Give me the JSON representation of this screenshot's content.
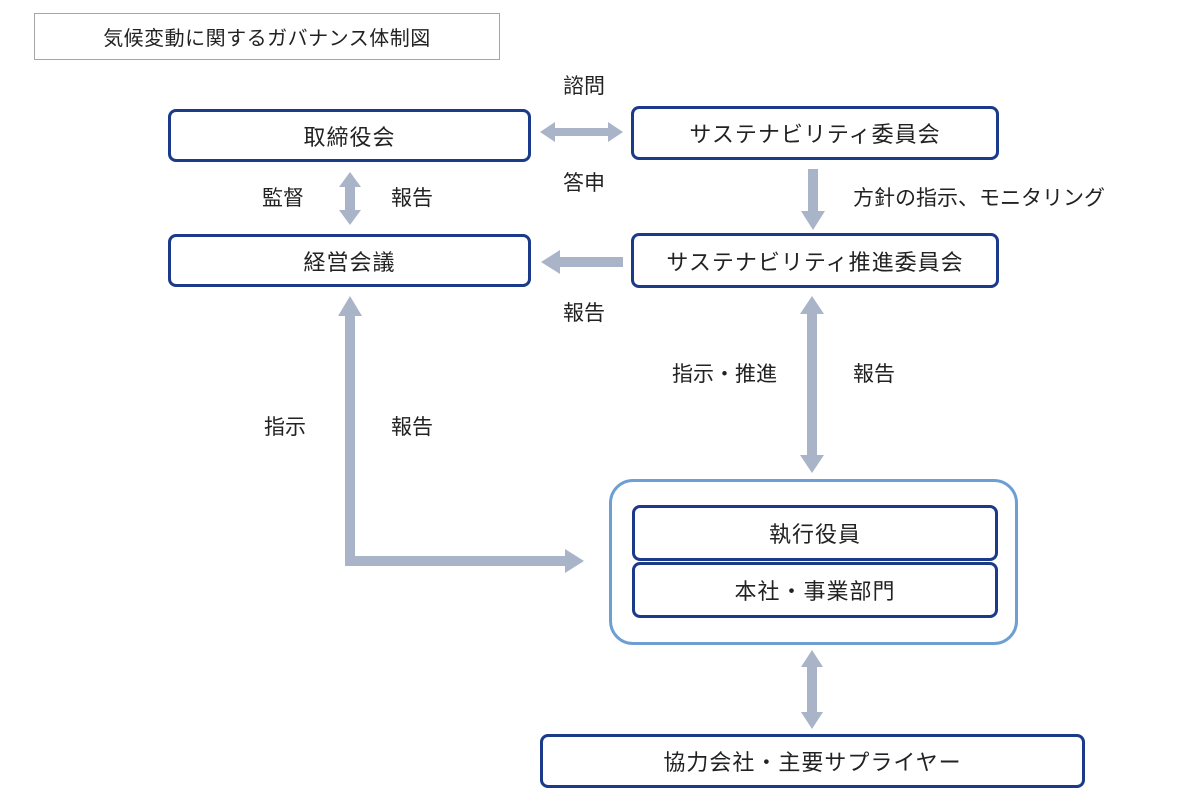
{
  "title": "気候変動に関するガバナンス体制図",
  "nodes": {
    "board": "取締役会",
    "sustainability_committee": "サステナビリティ委員会",
    "management_meeting": "経営会議",
    "sustainability_promotion_committee": "サステナビリティ推進委員会",
    "executive_officers": "執行役員",
    "head_office_divisions": "本社・事業部門",
    "partners_suppliers": "協力会社・主要サプライヤー"
  },
  "labels": {
    "consult": "諮問",
    "answer": "答申",
    "supervise": "監督",
    "report_board": "報告",
    "policy_monitoring": "方針の指示、モニタリング",
    "report_promotion": "報告",
    "instruct_promote": "指示・推進",
    "report_exec": "報告",
    "instruct": "指示",
    "report_mgmt": "報告"
  },
  "colors": {
    "node_border": "#1b3a8a",
    "group_border": "#6d9fd3",
    "arrow": "#a9b4c9",
    "title_border": "#a6a6a6"
  }
}
